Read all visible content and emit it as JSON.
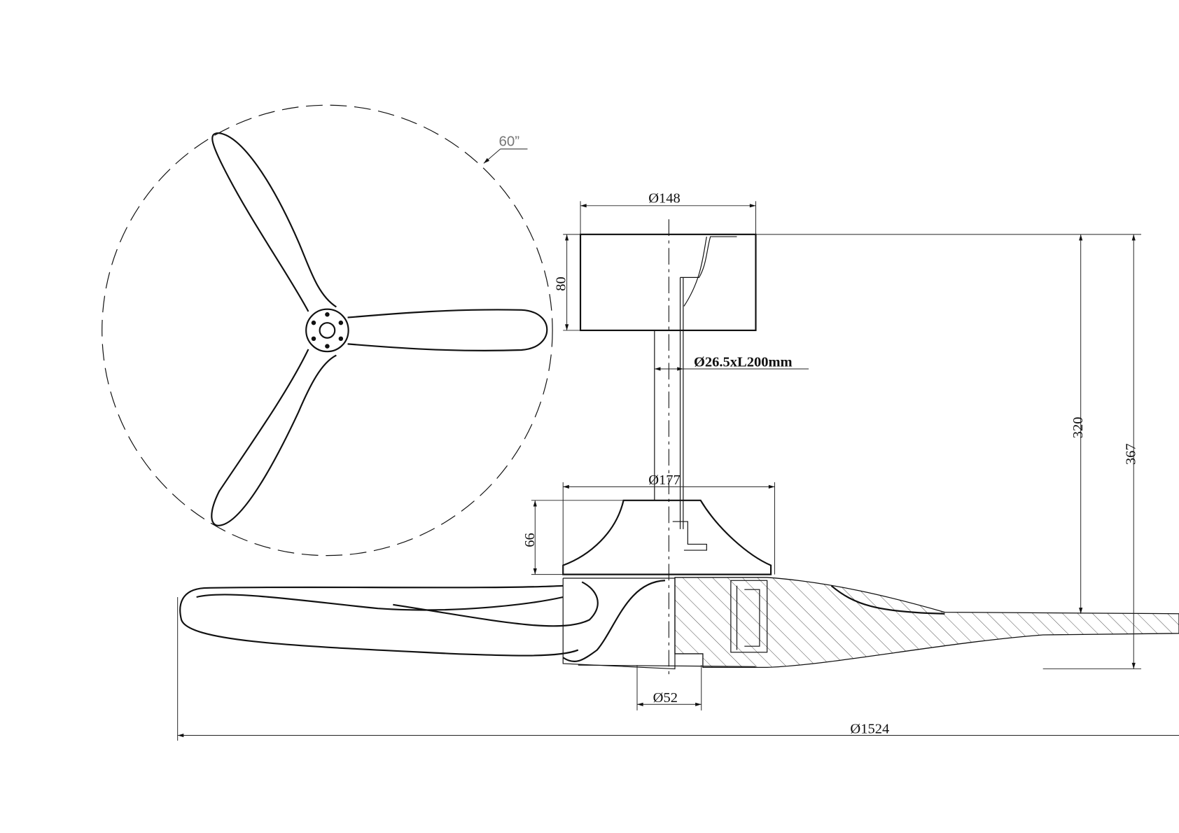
{
  "title": "Ceiling fan dimension drawing",
  "labels": {
    "sweep": "60”",
    "canopy_diameter": "Ø148",
    "canopy_height": "80",
    "downrod": "Ø26.5xL200mm",
    "motor_diameter": "Ø177",
    "motor_height": "66",
    "height_to_blade": "320",
    "overall_height": "367",
    "bottom_diameter": "Ø52",
    "blade_span": "Ø1524"
  },
  "units": "mm"
}
